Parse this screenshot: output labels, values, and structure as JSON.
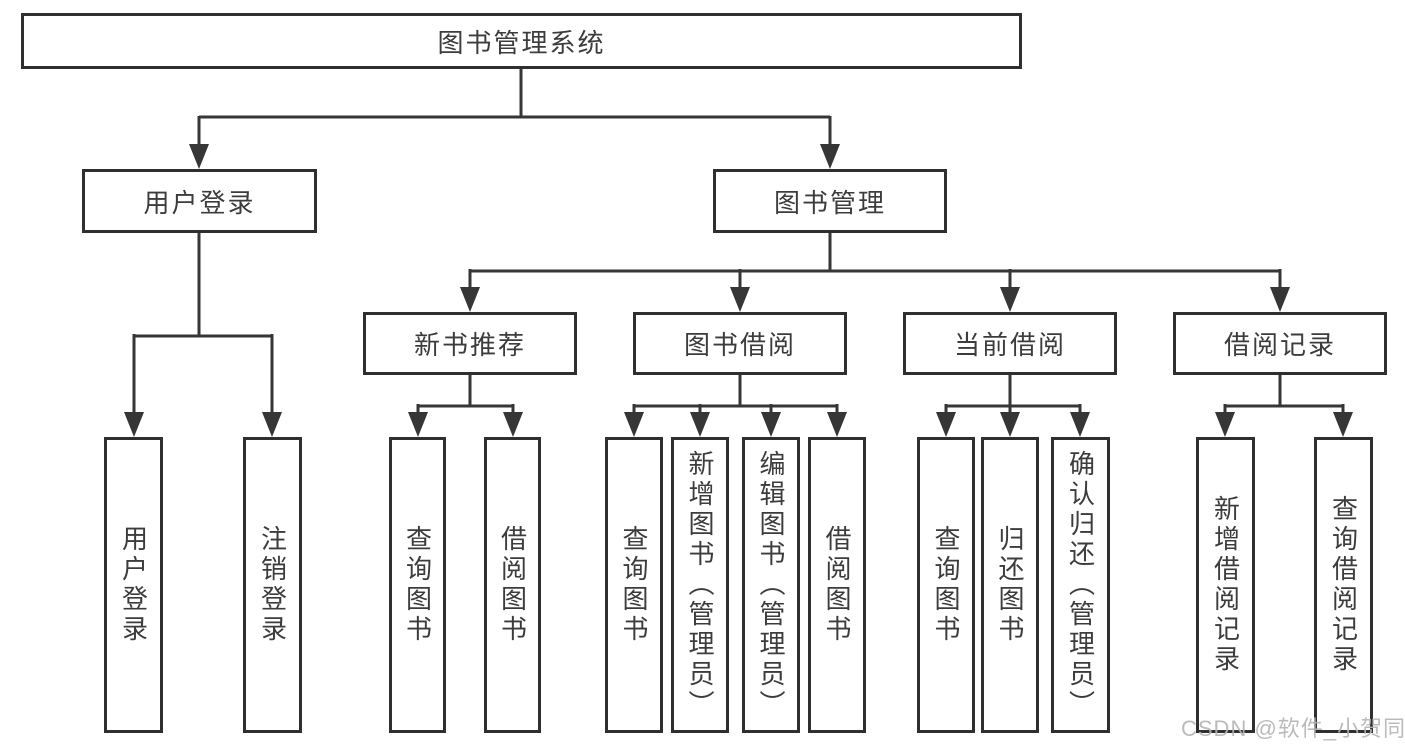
{
  "diagram": {
    "root": {
      "label": "图书管理系统"
    },
    "user_branch": {
      "label": "用户登录",
      "children": [
        {
          "label": "用户登录"
        },
        {
          "label": "注销登录"
        }
      ]
    },
    "mgmt_branch": {
      "label": "图书管理",
      "sections": [
        {
          "label": "新书推荐",
          "children": [
            {
              "label": "查询图书"
            },
            {
              "label": "借阅图书"
            }
          ]
        },
        {
          "label": "图书借阅",
          "children": [
            {
              "label": "查询图书"
            },
            {
              "label": "新增图书（管理员）"
            },
            {
              "label": "编辑图书（管理员）"
            },
            {
              "label": "借阅图书"
            }
          ]
        },
        {
          "label": "当前借阅",
          "children": [
            {
              "label": "查询图书"
            },
            {
              "label": "归还图书"
            },
            {
              "label": "确认归还（管理员）"
            }
          ]
        },
        {
          "label": "借阅记录",
          "children": [
            {
              "label": "新增借阅记录"
            },
            {
              "label": "查询借阅记录"
            }
          ]
        }
      ]
    }
  },
  "watermark": "CSDN @软件_小贺同学",
  "colors": {
    "canvas": "#ffffff",
    "box_border": "#2f2f2f",
    "connector_line": "#363636",
    "text": "#3c3c3c",
    "watermark": "#b4b4b4"
  }
}
